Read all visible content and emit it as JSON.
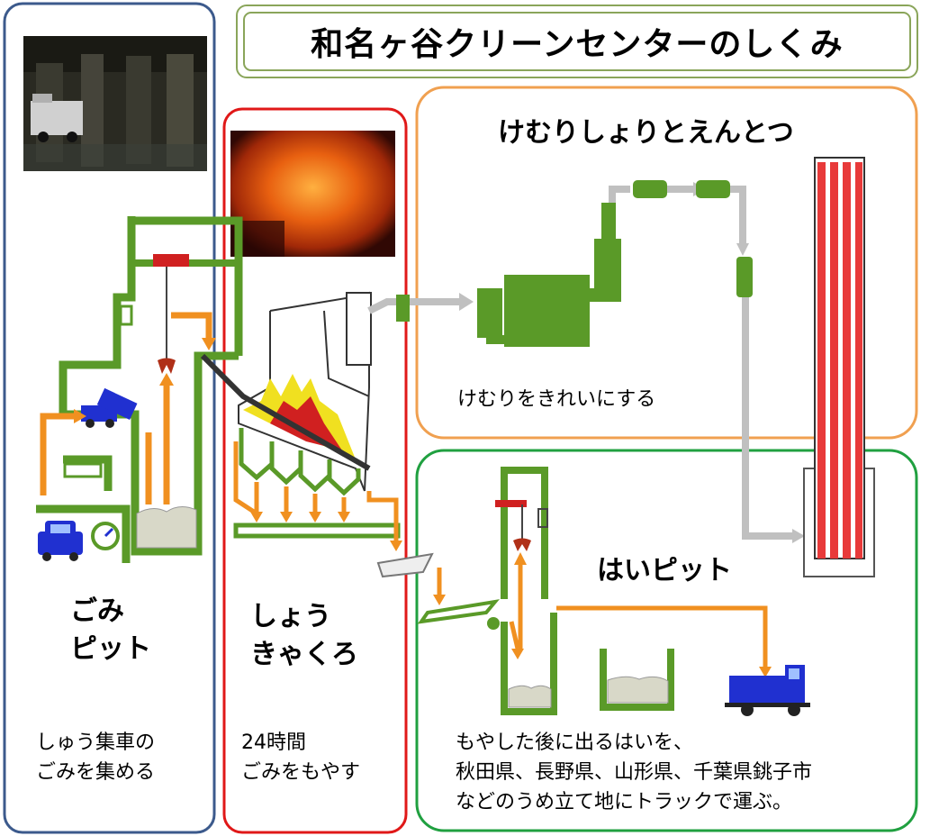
{
  "title": "和名ヶ谷クリーンセンターのしくみ",
  "sections": {
    "pit": {
      "label": "ごみ\nピット",
      "description": "しゅう集車の\nごみを集める",
      "border_color": "#3c5a8c"
    },
    "incinerator": {
      "label": "しょう\nきゃくろ",
      "description": "24時間\nごみをもやす",
      "border_color": "#e01818"
    },
    "smoke": {
      "label": "けむりしょりとえんとつ",
      "description": "けむりをきれいにする",
      "border_color": "#f0a050"
    },
    "ash": {
      "label": "はいピット",
      "description": "もやした後に出るはいを、\n秋田県、長野県、山形県、千葉県銚子市\nなどのうめ立て地にトラックで運ぶ。",
      "border_color": "#20a040"
    }
  },
  "colors": {
    "equipment": "#5a9a28",
    "flow": "#f09020",
    "gas_flow": "#c0c0c0",
    "stack": "#e83a3a",
    "truck": "#2030d0"
  },
  "icons": [
    "garbage-truck-icon",
    "car-icon",
    "gauge-icon",
    "crane-grab-icon",
    "flame-icon",
    "dump-truck-icon",
    "chimney-icon"
  ]
}
